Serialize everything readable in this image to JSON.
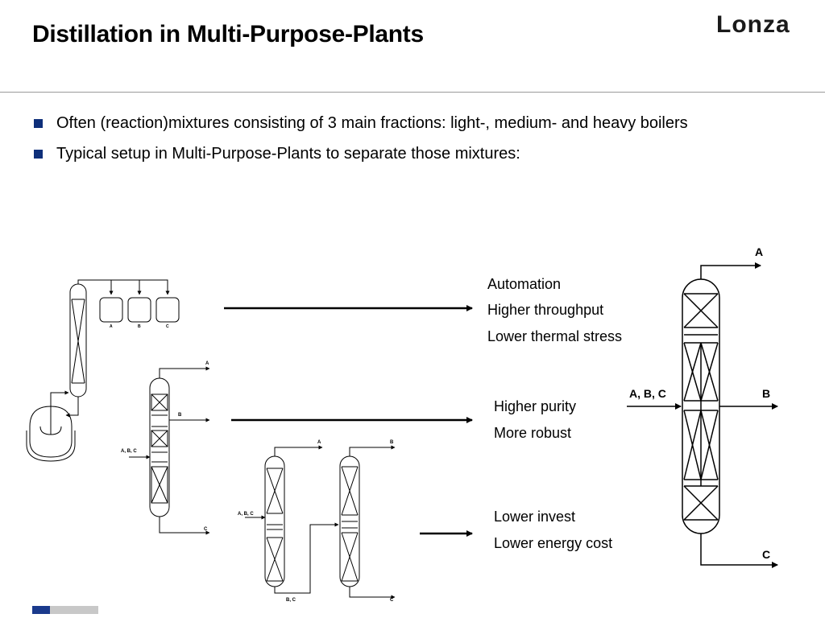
{
  "title": "Distillation in Multi-Purpose-Plants",
  "logo": "Lonza",
  "bullets": [
    "Often (reaction)mixtures consisting of 3 main fractions: light-, medium- and heavy boilers",
    "Typical setup in Multi-Purpose-Plants to separate those mixtures:"
  ],
  "benefits": {
    "batch": [
      "Automation",
      "Higher throughput",
      "Lower thermal stress"
    ],
    "continuous": [
      "Higher purity",
      "More robust"
    ],
    "dividing_wall": [
      "Lower invest",
      "Lower energy cost"
    ]
  },
  "labels": {
    "a": "A",
    "b": "B",
    "c": "C",
    "abc": "A, B, C",
    "bc": "B, C"
  },
  "colors": {
    "bullet": "#0e2f7a",
    "footer_dark": "#1a3a8c",
    "footer_light": "#c8c8c8",
    "rule": "#9a9a9a"
  }
}
